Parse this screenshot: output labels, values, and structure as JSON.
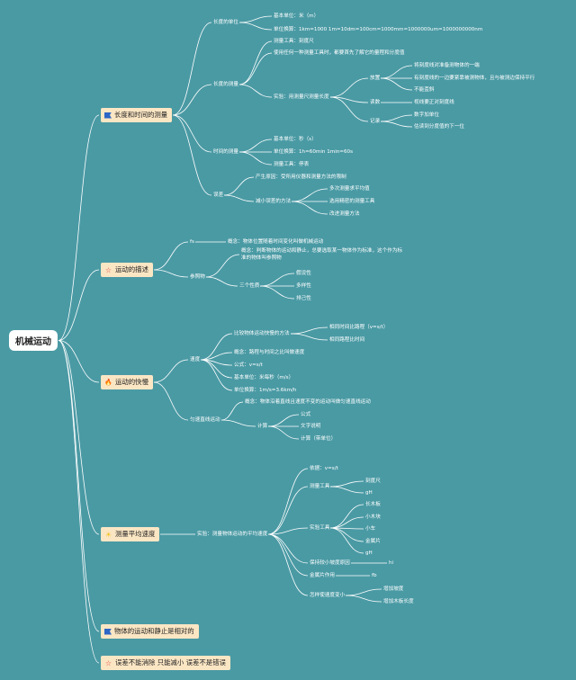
{
  "root": "机械运动",
  "branches": [
    {
      "key": "b1",
      "icon": "flag-icon",
      "label": "长度和时间的测量",
      "children": [
        {
          "key": "len-unit",
          "label": "长度的单位",
          "children": [
            {
              "key": "len-base",
              "label": "基本单位：米（m）"
            },
            {
              "key": "len-conv",
              "label": "单位换算：1km=1000 1m=10dm=100cm=1000mm=1000000um=1000000000nm"
            }
          ]
        },
        {
          "key": "len-meas",
          "label": "长度的测量",
          "children": [
            {
              "key": "len-tool",
              "label": "测量工具：刻度尺"
            },
            {
              "key": "len-note",
              "label": "使用任何一种测量工具时，都要首先了解它的量程和分度值"
            },
            {
              "key": "len-exp",
              "label": "实验：用测量尺测量长度",
              "children": [
                {
                  "key": "place",
                  "label": "放置",
                  "children": [
                    {
                      "key": "p1",
                      "label": "将刻度线对准备测物体的一端"
                    },
                    {
                      "key": "p2",
                      "label": "有刻度线的一边要紧靠被测物体，且与被测边保持平行"
                    },
                    {
                      "key": "p3",
                      "label": "不能歪斜"
                    }
                  ]
                },
                {
                  "key": "read",
                  "label": "读数",
                  "children": [
                    {
                      "key": "r1",
                      "label": "视线要正对刻度线"
                    }
                  ]
                },
                {
                  "key": "record",
                  "label": "记录",
                  "children": [
                    {
                      "key": "c1",
                      "label": "数字加单位"
                    },
                    {
                      "key": "c2",
                      "label": "估读到分度值的下一位"
                    }
                  ]
                }
              ]
            }
          ]
        },
        {
          "key": "time-meas",
          "label": "时间的测量",
          "children": [
            {
              "key": "t1",
              "label": "基本单位：秒（s）"
            },
            {
              "key": "t2",
              "label": "单位换算：1h=60min 1min=60s"
            },
            {
              "key": "t3",
              "label": "测量工具：停表"
            }
          ]
        },
        {
          "key": "error",
          "label": "误差",
          "children": [
            {
              "key": "e1",
              "label": "产生原因：受所用仪器和测量方法的限制"
            },
            {
              "key": "e2",
              "label": "减小误差的方法",
              "children": [
                {
                  "key": "e21",
                  "label": "多次测量求平均值"
                },
                {
                  "key": "e22",
                  "label": "选用精密的测量工具"
                },
                {
                  "key": "e23",
                  "label": "改进测量方法"
                }
              ]
            }
          ]
        }
      ]
    },
    {
      "key": "b2",
      "icon": "star-outline-icon",
      "label": "运动的描述",
      "children": [
        {
          "key": "m-fs",
          "label": "fs",
          "children": [
            {
              "key": "m-fs1",
              "label": "概念：物体位置随着时间变化叫做机械运动"
            }
          ]
        },
        {
          "key": "ref",
          "label": "参照物",
          "children": [
            {
              "key": "ref1",
              "label": "概念：判断物体的运动和静止，总要选取某一物体作为标准，这个作为标准的物体叫参照物"
            },
            {
              "key": "ref2",
              "label": "三个性质",
              "children": [
                {
                  "key": "ref21",
                  "label": "假设性"
                },
                {
                  "key": "ref22",
                  "label": "多样性"
                },
                {
                  "key": "ref23",
                  "label": "排己性"
                }
              ]
            }
          ]
        }
      ]
    },
    {
      "key": "b3",
      "icon": "fire-icon",
      "label": "运动的快慢",
      "children": [
        {
          "key": "speed",
          "label": "速度",
          "children": [
            {
              "key": "s1",
              "label": "比较物体运动快慢的方法",
              "children": [
                {
                  "key": "s11",
                  "label": "相同时间比路程（v=s/t）"
                },
                {
                  "key": "s12",
                  "label": "相同路程比时间"
                }
              ]
            },
            {
              "key": "s2",
              "label": "概念：路程与时间之比叫做速度"
            },
            {
              "key": "s3",
              "label": "公式：v=s/t"
            },
            {
              "key": "s4",
              "label": "基本单位：米每秒（m/s）"
            },
            {
              "key": "s5",
              "label": "单位换算：1m/s=3.6km/h"
            }
          ]
        },
        {
          "key": "uniform",
          "label": "匀速直线运动",
          "children": [
            {
              "key": "u1",
              "label": "概念：物体沿着直线且速度不变的运动叫做匀速直线运动"
            },
            {
              "key": "u2",
              "label": "计算",
              "children": [
                {
                  "key": "u21",
                  "label": "公式"
                },
                {
                  "key": "u22",
                  "label": "文字说明"
                },
                {
                  "key": "u23",
                  "label": "计算（带单位）"
                }
              ]
            }
          ]
        }
      ]
    },
    {
      "key": "b4",
      "icon": "sun-icon",
      "label": "测量平均速度",
      "children": [
        {
          "key": "exp",
          "label": "实验：测量物体运动的平均速度",
          "children": [
            {
              "key": "x1",
              "label": "依据：v=s/t"
            },
            {
              "key": "x2",
              "label": "测量工具",
              "children": [
                {
                  "key": "x21",
                  "label": "刻度尺"
                },
                {
                  "key": "x22",
                  "label": "gH"
                }
              ]
            },
            {
              "key": "x3",
              "label": "实验工具",
              "children": [
                {
                  "key": "x31",
                  "label": "长木板"
                },
                {
                  "key": "x32",
                  "label": "小木块"
                },
                {
                  "key": "x33",
                  "label": "小车"
                },
                {
                  "key": "x34",
                  "label": "金属片"
                },
                {
                  "key": "x35",
                  "label": "gH"
                }
              ]
            },
            {
              "key": "x4",
              "label": "保持较小坡度原因",
              "children": [
                {
                  "key": "x41",
                  "label": "hi"
                }
              ]
            },
            {
              "key": "x5",
              "label": "金属片作用",
              "children": [
                {
                  "key": "x51",
                  "label": "fb"
                }
              ]
            },
            {
              "key": "x6",
              "label": "怎样使速度变小",
              "children": [
                {
                  "key": "x61",
                  "label": "增加坡度"
                },
                {
                  "key": "x62",
                  "label": "增加木板长度"
                }
              ]
            }
          ]
        }
      ]
    },
    {
      "key": "b5",
      "icon": "flag-icon",
      "label": "物体的运动和静止是相对的",
      "children": []
    },
    {
      "key": "b6",
      "icon": "star-outline-icon",
      "label": "误差不能消除 只能减小 误差不是错误",
      "children": []
    }
  ],
  "colors": {
    "background": "#4a9aa4",
    "branch_fill": "#fbe6c4",
    "line": "#ffffff",
    "flag": "#2d66c6",
    "star": "#e0443a",
    "fire": "#2d7fd6",
    "sun": "#f2c21b"
  }
}
